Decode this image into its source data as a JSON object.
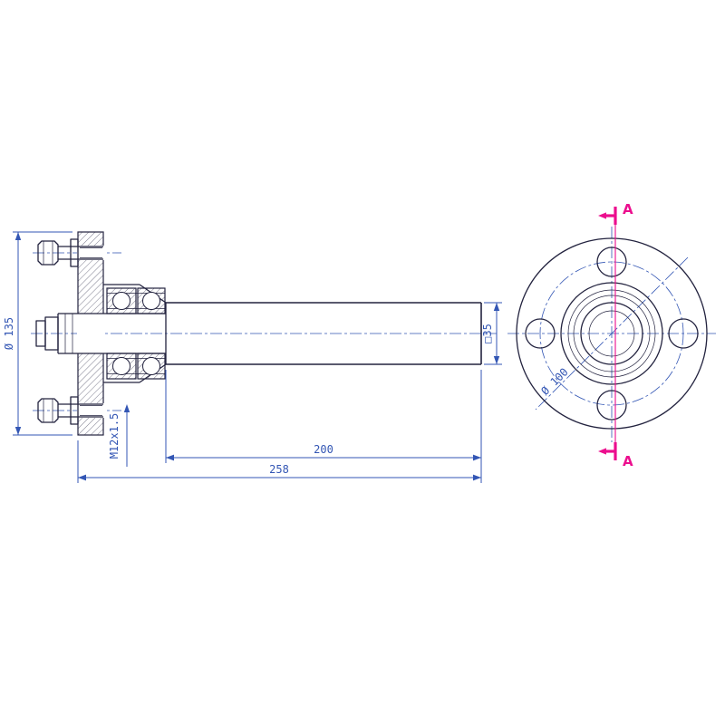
{
  "drawing": {
    "labels": {
      "flange_diameter": "Ø 135",
      "shaft_square": "□35",
      "shaft_length": "200",
      "overall_length": "258",
      "stud_thread": "M12x1.5",
      "bolt_circle_diameter": "Ø 100",
      "section_letter_top": "A",
      "section_letter_bottom": "A"
    },
    "colors": {
      "geometry": "#23233f",
      "dimension_blue": "#3356b4",
      "section_magenta": "#ec0e8e",
      "background": "#ffffff"
    }
  }
}
